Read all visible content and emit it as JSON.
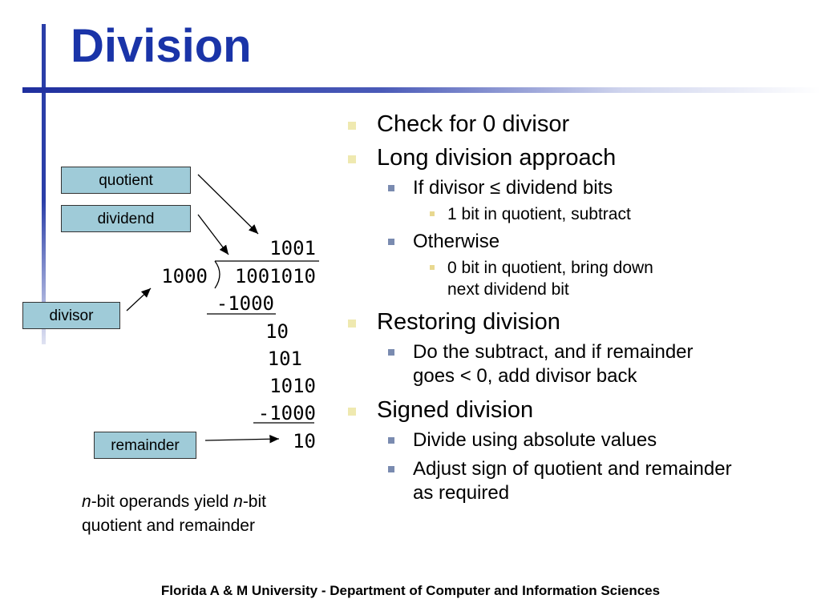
{
  "slide": {
    "title": "Division",
    "footer": "Florida A & M University - Department of Computer and Information Sciences"
  },
  "labels": {
    "quotient": "quotient",
    "dividend": "dividend",
    "divisor": "divisor",
    "remainder": "remainder"
  },
  "long_division": {
    "quotient": "1001",
    "divisor": "1000",
    "dividend": "1001010",
    "rows": [
      "-1000",
      "10",
      "101",
      "1010",
      "-1000",
      "10"
    ]
  },
  "caption": {
    "n1": "n",
    "part1": "-bit operands yield ",
    "n2": "n",
    "part2": "-bit quotient and remainder"
  },
  "bullets": [
    {
      "level": 1,
      "text": "Check for 0 divisor"
    },
    {
      "level": 1,
      "text": "Long division approach"
    },
    {
      "level": 2,
      "text": "If divisor ≤ dividend bits"
    },
    {
      "level": 3,
      "text": "1 bit in quotient, subtract"
    },
    {
      "level": 2,
      "text": "Otherwise"
    },
    {
      "level": 3,
      "text": "0 bit in quotient, bring down next dividend bit"
    },
    {
      "level": 1,
      "text": "Restoring division"
    },
    {
      "level": 2,
      "text": "Do the subtract, and if remainder goes < 0, add divisor back"
    },
    {
      "level": 1,
      "text": "Signed division"
    },
    {
      "level": 2,
      "text": "Divide using absolute values"
    },
    {
      "level": 2,
      "text": "Adjust sign of quotient and remainder as required"
    }
  ]
}
